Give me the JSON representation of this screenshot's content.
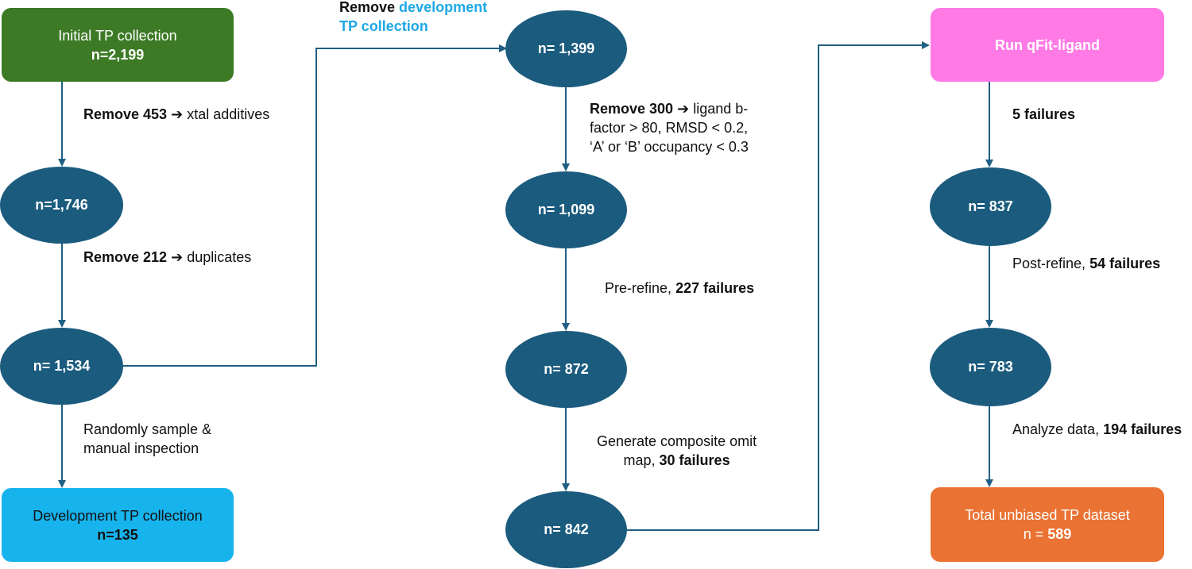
{
  "colors": {
    "node": "#1b5b7e",
    "initial": "#3d7a26",
    "development": "#17b3ed",
    "qfit": "#ff7ae5",
    "total": "#ea7233",
    "arrow": "#1f5f84",
    "highlight": "#1ea8e6"
  },
  "col1": {
    "initial_title": "Initial TP collection",
    "initial_n": "n=2,199",
    "step1_bold": "Remove 453",
    "step1_arrow": "➔",
    "step1_rest": "xtal additives",
    "node1": "n=1,746",
    "step2_bold": "Remove 212",
    "step2_arrow": "➔",
    "step2_rest": "duplicates",
    "node2": "n= 1,534",
    "step3_line1": "Randomly sample &",
    "step3_line2": "manual inspection",
    "dev_title": "Development TP collection",
    "dev_n": "n=135"
  },
  "col2": {
    "header_remove": "Remove",
    "header_dev1": "development",
    "header_dev2": "TP collection",
    "node1": "n= 1,399",
    "step1_bold": "Remove 300",
    "step1_arrow": "➔",
    "step1_line1": "ligand b-",
    "step1_line2": "factor > 80, RMSD < 0.2,",
    "step1_line3": "‘A’ or ‘B’ occupancy < 0.3",
    "node2": "n= 1,099",
    "step2_text": "Pre-refine,",
    "step2_bold": "227 failures",
    "node3": "n= 872",
    "step3_line1": "Generate composite omit",
    "step3_text": "map,",
    "step3_bold": "30 failures",
    "node4": "n= 842"
  },
  "col3": {
    "qfit_title": "Run qFit-ligand",
    "step1_bold": "5 failures",
    "node1": "n= 837",
    "step2_text": "Post-refine,",
    "step2_bold": "54 failures",
    "node2": "n= 783",
    "step3_text": "Analyze data,",
    "step3_bold": "194 failures",
    "total_title": "Total unbiased TP dataset",
    "total_n_prefix": "n =",
    "total_n_value": "589"
  }
}
